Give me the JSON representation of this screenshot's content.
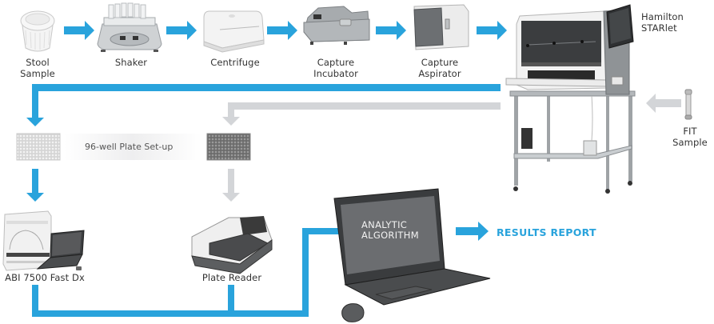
{
  "colors": {
    "primary_flow": "#29a3dc",
    "secondary_flow": "#d3d5d8",
    "label_text": "#333333"
  },
  "devices": [
    {
      "id": "stool-sample",
      "label": "Stool\nSample"
    },
    {
      "id": "shaker",
      "label": "Shaker"
    },
    {
      "id": "centrifuge",
      "label": "Centrifuge"
    },
    {
      "id": "capture-incubator",
      "label": "Capture\nIncubator"
    },
    {
      "id": "capture-aspirator",
      "label": "Capture\nAspirator"
    },
    {
      "id": "hamilton-starlet",
      "label": "Hamilton\nSTARlet"
    },
    {
      "id": "fit-sample",
      "label": "FIT\nSample"
    },
    {
      "id": "abi-7500",
      "label": "ABI 7500 Fast Dx"
    },
    {
      "id": "plate-reader",
      "label": "Plate Reader"
    }
  ],
  "plate_setup_label": "96-well Plate Set-up",
  "laptop_screen_text": "ANALYTIC\nALGORITHM",
  "output_label": "RESULTS REPORT"
}
